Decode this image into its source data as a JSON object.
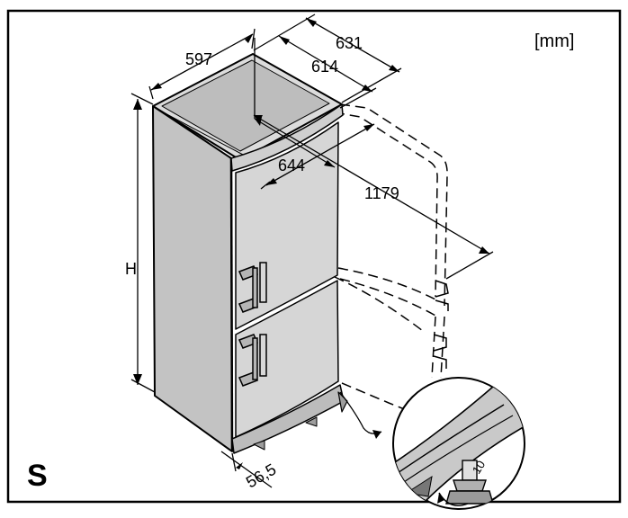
{
  "diagram": {
    "unit_label": "[mm]",
    "corner_label": "S",
    "dimensions": {
      "width": "597",
      "depth_outer": "631",
      "depth_inner": "614",
      "depth_door_closed": "644",
      "depth_door_open": "1179",
      "height": "H",
      "foot_offset": "56,5"
    },
    "detail": {
      "knob_marking": "10"
    },
    "colors": {
      "ink": "#000000",
      "paper": "#ffffff"
    }
  }
}
